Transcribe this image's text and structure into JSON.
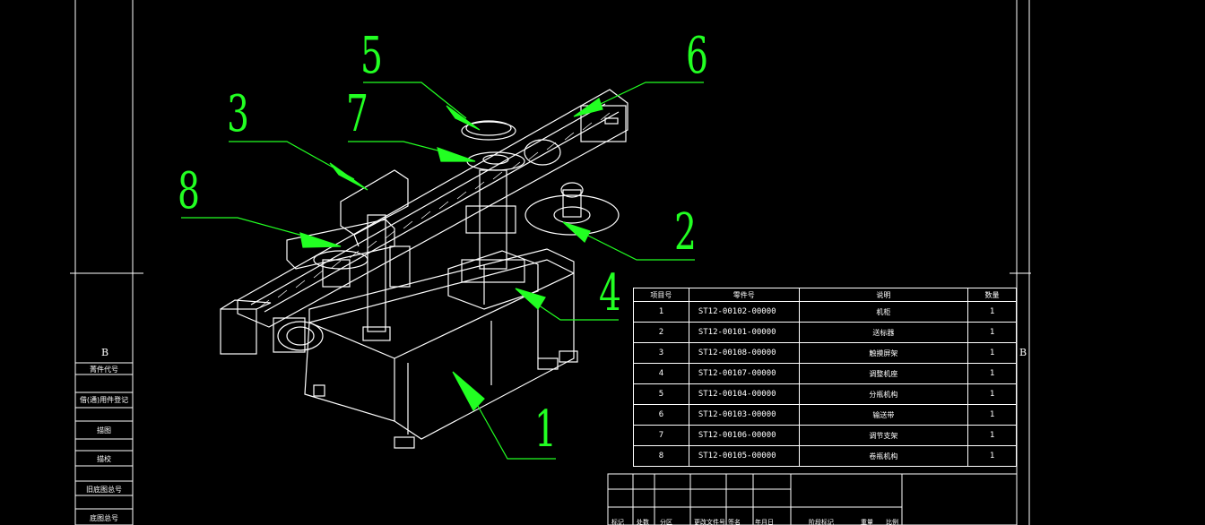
{
  "callouts": [
    "1",
    "2",
    "3",
    "4",
    "5",
    "6",
    "7",
    "8"
  ],
  "side_panel": {
    "letter": "B",
    "labels": [
      "菁件代号",
      "借(通)用件登记",
      "描图",
      "描校",
      "旧底图总号",
      "底图总号"
    ]
  },
  "right_letter": "B",
  "bom": {
    "headers": [
      "项目号",
      "零件号",
      "说明",
      "数量"
    ],
    "rows": [
      {
        "item": "1",
        "part": "ST12-00102-00000",
        "desc": "机柜",
        "qty": "1"
      },
      {
        "item": "2",
        "part": "ST12-00101-00000",
        "desc": "送标器",
        "qty": "1"
      },
      {
        "item": "3",
        "part": "ST12-00108-00000",
        "desc": "触摸屏架",
        "qty": "1"
      },
      {
        "item": "4",
        "part": "ST12-00107-00000",
        "desc": "调整机座",
        "qty": "1"
      },
      {
        "item": "5",
        "part": "ST12-00104-00000",
        "desc": "分瓶机构",
        "qty": "1"
      },
      {
        "item": "6",
        "part": "ST12-00103-00000",
        "desc": "输送带",
        "qty": "1"
      },
      {
        "item": "7",
        "part": "ST12-00106-00000",
        "desc": "调节支架",
        "qty": "1"
      },
      {
        "item": "8",
        "part": "ST12-00105-00000",
        "desc": "卷瓶机构",
        "qty": "1"
      }
    ]
  },
  "title_block": {
    "cells": [
      "标记",
      "处数",
      "分区",
      "更改文件号",
      "签名",
      "年月日",
      "阶段标记",
      "重量",
      "比例"
    ]
  },
  "colors": {
    "callout": "#22ff22",
    "lines": "#ffffff",
    "background": "#000000"
  }
}
